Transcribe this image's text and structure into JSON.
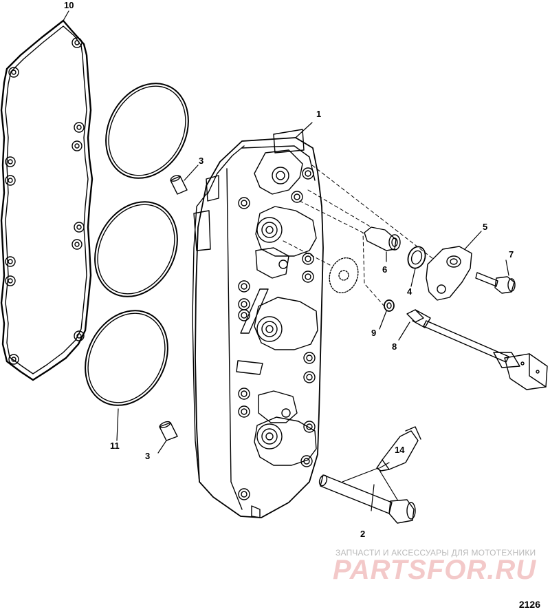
{
  "callouts": {
    "c1": "1",
    "c2": "2",
    "c3a": "3",
    "c3b": "3",
    "c4": "4",
    "c5": "5",
    "c6": "6",
    "c7": "7",
    "c8": "8",
    "c9": "9",
    "c10": "10",
    "c11": "11",
    "c14": "14"
  },
  "watermark": {
    "tagline": "ЗАПЧАСТИ И АКСЕССУАРЫ ДЛЯ МОТОТЕХНИКИ",
    "brand": "PARTSFOR.RU"
  },
  "figure_number": "2126",
  "colors": {
    "line": "#000000",
    "watermark": "#f3c9c9"
  }
}
